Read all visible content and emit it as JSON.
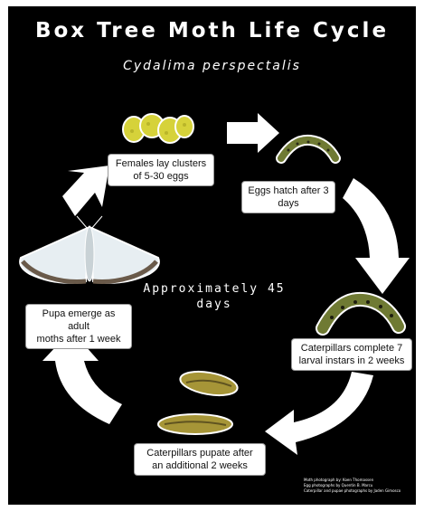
{
  "title": "Box Tree Moth Life Cycle",
  "subtitle": "Cydalima perspectalis",
  "center_note": "Approximately 45\ndays",
  "stages": {
    "eggs": "Females lay clusters\nof 5-30 eggs",
    "hatch": "Eggs hatch after 3\ndays",
    "instars": "Caterpillars complete 7\nlarval instars in 2 weeks",
    "pupate": "Caterpillars pupate after\nan additional 2 weeks",
    "emerge": "Pupa emerge as adult\nmoths after 1 week"
  },
  "credits": "Moth photograph by: Koen Thomassen\nEgg photographs by Quentin B. Marcu\nCaterpillar and pupae photographs by Jaden Gimosco",
  "colors": {
    "background": "#000000",
    "arrow": "#ffffff",
    "egg": "#d6d23a",
    "caterpillar": "#6f7a33",
    "pupa": "#a69537"
  }
}
